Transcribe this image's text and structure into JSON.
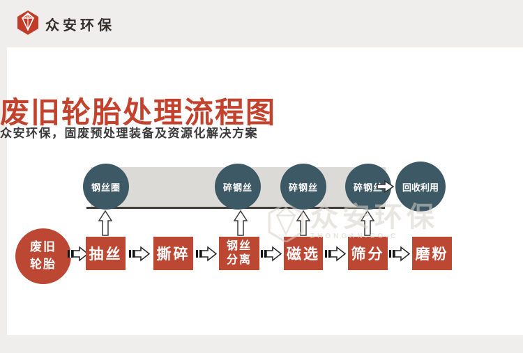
{
  "header": {
    "logo": {
      "text": "众安环保",
      "icon": "hexagon-gem-icon"
    }
  },
  "hero": {
    "title": "废旧轮胎处理流程图",
    "subtitle": "众安环保，固废预处理装备及资源化解决方案"
  },
  "flow": {
    "top": {
      "items": [
        {
          "label": "钢丝圈"
        },
        {
          "label": "碎钢丝"
        },
        {
          "label": "碎钢丝"
        },
        {
          "label": "碎钢丝"
        }
      ],
      "result": {
        "label": "回收利用"
      }
    },
    "start": {
      "line1": "废旧",
      "line2": "轮胎"
    },
    "steps": [
      {
        "line1": "抽丝"
      },
      {
        "line1": "撕碎"
      },
      {
        "line1": "钢丝",
        "line2": "分离"
      },
      {
        "line1": "磁选"
      },
      {
        "line1": "筛分"
      },
      {
        "line1": "磨粉"
      }
    ]
  },
  "watermark": {
    "text": "众安环保",
    "subtext": "ZHONGAN.CO.C"
  },
  "colors": {
    "accent_red": "#bc4733",
    "title_red": "#c2422d",
    "circle_teal": "#3d5966",
    "band_gray": "#dbdad6",
    "frame_gray": "#efeeec",
    "line_dark": "#3e3d37"
  }
}
